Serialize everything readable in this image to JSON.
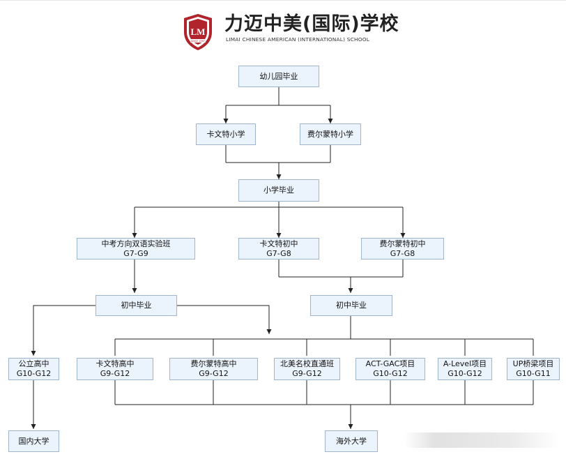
{
  "header": {
    "title": "力迈中美(国际)学校",
    "subtitle": "LIMAI CHINESE AMERICAN (INTERNATIONAL) SCHOOL",
    "emblem": {
      "icon": "school-crest-icon",
      "monogram": "LM",
      "motto": "SINCE 1997"
    }
  },
  "colors": {
    "node_fill": "#ebf3fc",
    "node_border": "#9fb5cf",
    "line": "#222222",
    "crest_red": "#b2242b"
  },
  "nodes": {
    "kindergarten": {
      "line1": "幼儿园毕业"
    },
    "carvert_primary": {
      "line1": "卡文特小学"
    },
    "fairmont_primary": {
      "line1": "费尔蒙特小学"
    },
    "primary_grad": {
      "line1": "小学毕业"
    },
    "bilingual": {
      "line1": "中考方向双语实验班",
      "line2": "G7-G9"
    },
    "carvert_middle": {
      "line1": "卡文特初中",
      "line2": "G7-G8"
    },
    "fairmont_middle": {
      "line1": "费尔蒙特初中",
      "line2": "G7-G8"
    },
    "middle_grad_a": {
      "line1": "初中毕业"
    },
    "middle_grad_b": {
      "line1": "初中毕业"
    },
    "public_high": {
      "line1": "公立高中",
      "line2": "G10-G12"
    },
    "carvert_high": {
      "line1": "卡文特高中",
      "line2": "G9-G12"
    },
    "fairmont_high": {
      "line1": "费尔蒙特高中",
      "line2": "G9-G12"
    },
    "direct_track": {
      "line1": "北美名校直通班",
      "line2": "G9-G12"
    },
    "act_gac": {
      "line1": "ACT-GAC项目",
      "line2": "G10-G12"
    },
    "a_level": {
      "line1": "A-Level项目",
      "line2": "G10-G12"
    },
    "up_bridge": {
      "line1": "UP桥梁项目",
      "line2": "G10-G11"
    },
    "domestic_univ": {
      "line1": "国内大学"
    },
    "overseas_univ": {
      "line1": "海外大学"
    }
  }
}
